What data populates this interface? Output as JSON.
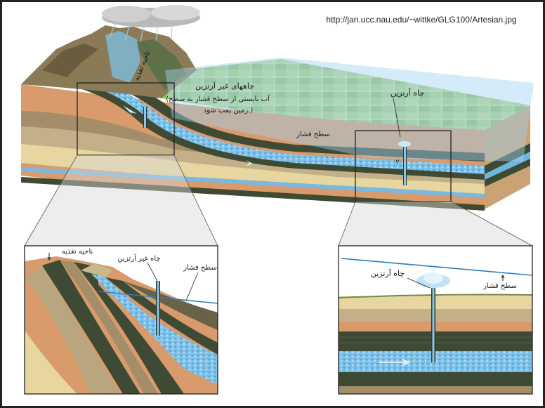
{
  "source_url": "http://jan.ucc.nau.edu/~wittke/GLG100/Artesian.jpg",
  "main_block": {
    "recharge_area": "ناحیه تغذیه",
    "non_artesian_wells": "چاههای غیر آرتزین",
    "non_artesian_note_1": "(آب بایستی از سطح فشار به سطح",
    "non_artesian_note_2": "زمین پمپ شود.)",
    "artesian_well": "چاه آرتزین",
    "pressure_surface": "سطح فشار",
    "well_number": "۲"
  },
  "left_inset": {
    "recharge_area": "ناحیه تغذیه",
    "non_artesian_well": "چاه غیر آرتزین",
    "pressure_surface": "سطح فشار"
  },
  "right_inset": {
    "artesian_well": "چاه آرتزین",
    "pressure_surface": "سطح فشار"
  },
  "colors": {
    "aquifer": "#6fb7e3",
    "confining_dark": "#3e4a33",
    "sand": "#e3c48c",
    "terracotta": "#d99a6c",
    "plain": "#a9cf7a",
    "pressure_plane": "#9fd3f2"
  }
}
